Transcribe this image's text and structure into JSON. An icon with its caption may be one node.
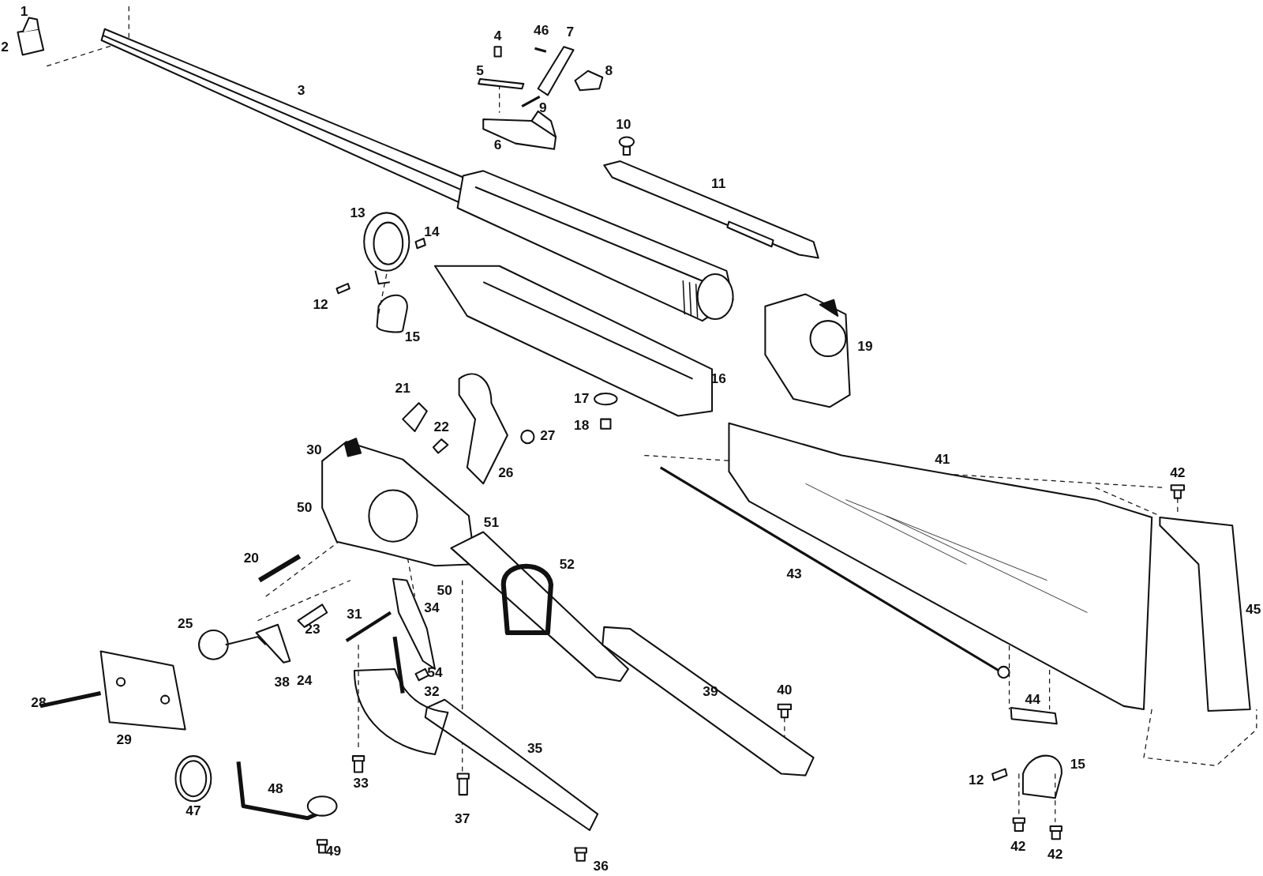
{
  "diagram": {
    "labels": [
      "1",
      "2",
      "46",
      "4",
      "7",
      "8",
      "5",
      "3",
      "9",
      "6",
      "10",
      "11",
      "13",
      "14",
      "12",
      "15",
      "19",
      "16",
      "21",
      "17",
      "18",
      "22",
      "27",
      "30",
      "41",
      "26",
      "42",
      "50",
      "51",
      "20",
      "52",
      "43",
      "50",
      "34",
      "31",
      "25",
      "23",
      "45",
      "54",
      "38",
      "24",
      "39",
      "40",
      "28",
      "32",
      "44",
      "29",
      "35",
      "15",
      "12",
      "33",
      "47",
      "48",
      "37",
      "42",
      "42",
      "49",
      "36"
    ]
  }
}
